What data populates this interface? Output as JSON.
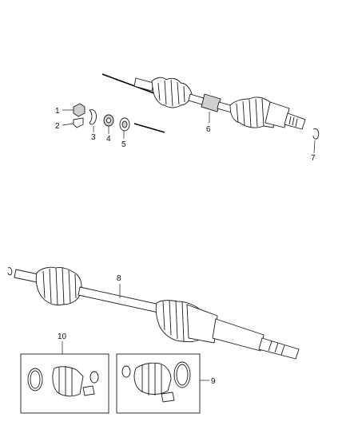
{
  "callouts": {
    "c1": "1",
    "c2": "2",
    "c3": "3",
    "c4": "4",
    "c5": "5",
    "c6": "6",
    "c7": "7",
    "c8": "8",
    "c9": "9",
    "c10": "10"
  },
  "colors": {
    "line": "#1a1a1a",
    "fill": "#ffffff",
    "shade": "#cfcfcf"
  }
}
